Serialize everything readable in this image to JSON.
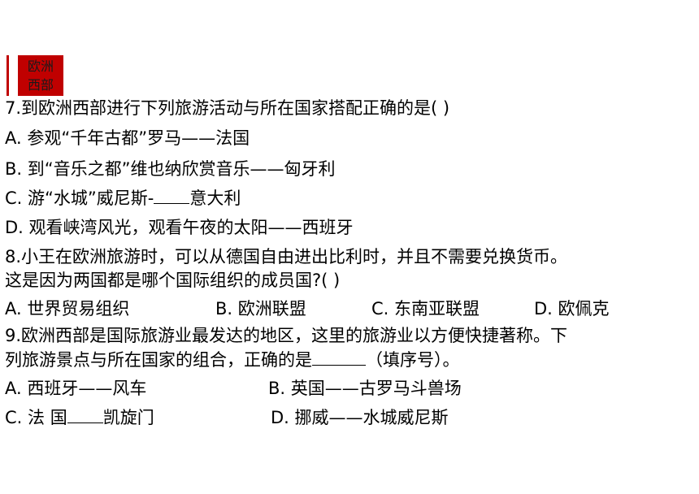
{
  "section_tag": {
    "line1": "欧洲",
    "line2": "西部"
  },
  "q7": {
    "stem": "7.到欧洲西部进行下列旅游活动与所在国家搭配正确的是(     )",
    "a": "A. 参观“千年古都”罗马——法国",
    "b": "B.  到“音乐之都”维也纳欣赏音乐——匈牙利",
    "c_prefix": "C. 游“水城”威尼斯-",
    "c_suffix": "意大利",
    "d": "D.  观看峡湾风光，观看午夜的太阳——西班牙"
  },
  "q8": {
    "stem_line1": "8.小王在欧洲旅游时，可以从德国自由进出比利时，并且不需要兑换货币。",
    "stem_line2": "这是因为两国都是哪个国际组织的成员国?(     )",
    "a": "A.  世界贸易组织",
    "b": "B.  欧洲联盟",
    "c": "C.  东南亚联盟",
    "d": "D.  欧佩克"
  },
  "q9": {
    "stem_line1": "9.欧洲西部是国际旅游业最发达的地区，这里的旅游业以方便快捷著称。下",
    "stem_line2_prefix": "列旅游景点与所在国家的组合，正确的是",
    "stem_line2_suffix": "（填序号）。",
    "a": "A. 西班牙——风车",
    "b": "B.  英国——古罗马斗兽场",
    "c_prefix": "C.  法 国",
    "c_suffix": "凯旋门",
    "d": "D.  挪威——水城威尼斯"
  }
}
